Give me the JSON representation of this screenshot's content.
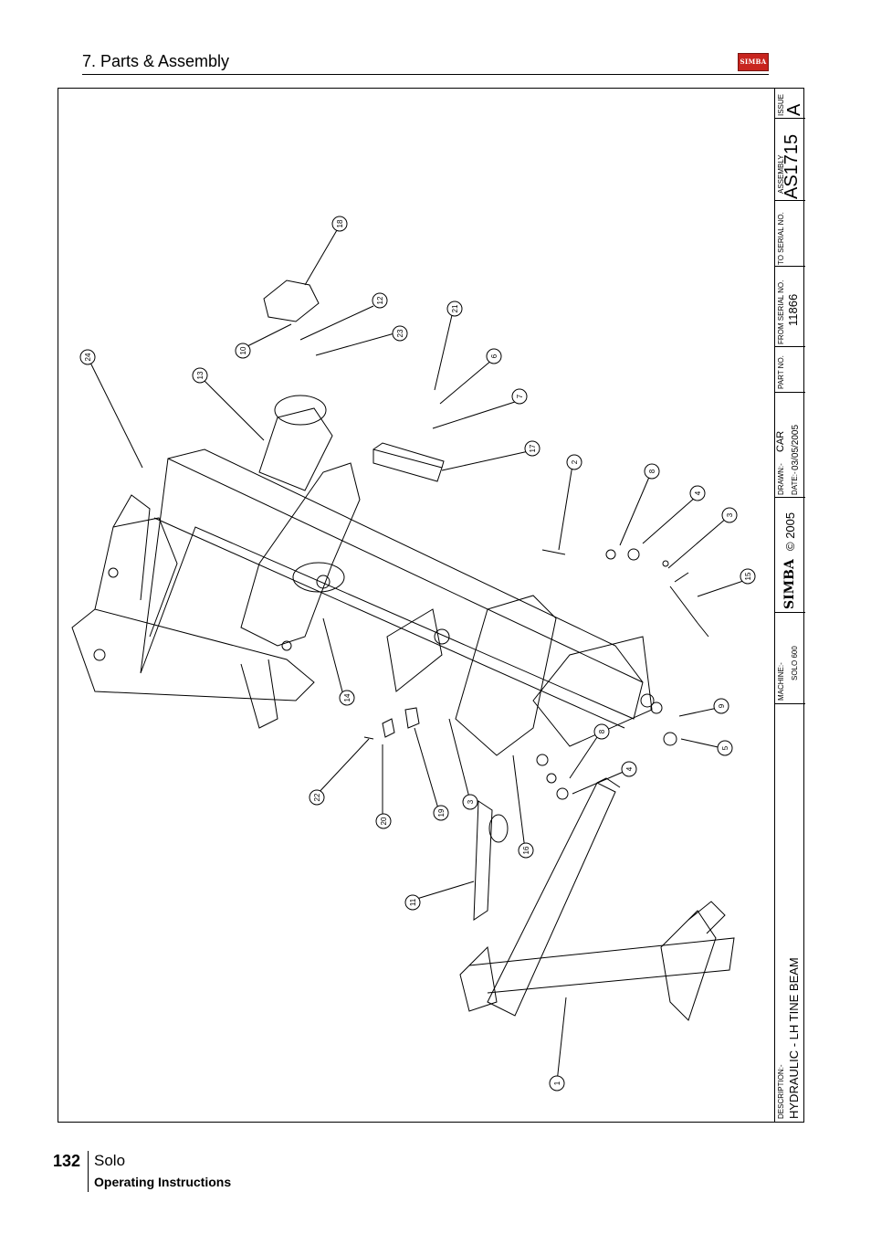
{
  "header": {
    "title": "7. Parts & Assembly",
    "logo_text": "SIMBA"
  },
  "title_block": {
    "issue_label": "ISSUE",
    "issue_value": "A",
    "assembly_label": "ASSEMBLY",
    "assembly_value": "AS1715",
    "to_serial_label": "TO SERIAL NO.",
    "to_serial_value": "",
    "from_serial_label": "FROM SERIAL NO.",
    "from_serial_value": "11866",
    "part_no_label": "PART NO.",
    "drawn_label": "DRAWN:-",
    "drawn_value": "CAR",
    "date_label": "DATE:-",
    "date_value": "03/05/2005",
    "copyright": "© 2005",
    "brand": "SIMBA",
    "machine_label": "MACHINE:-",
    "machine_value": "SOLO 600",
    "description_label": "DESCRIPTION:-",
    "description_value": "HYDRAULIC - LH TINE BEAM"
  },
  "callouts": [
    "24",
    "18",
    "12",
    "10",
    "23",
    "13",
    "21",
    "6",
    "7",
    "17",
    "2",
    "8",
    "4",
    "3",
    "15",
    "14",
    "9",
    "5",
    "8",
    "4",
    "22",
    "20",
    "19",
    "3",
    "16",
    "11",
    "1"
  ],
  "footer": {
    "page_number": "132",
    "title": "Solo",
    "subtitle": "Operating Instructions"
  }
}
